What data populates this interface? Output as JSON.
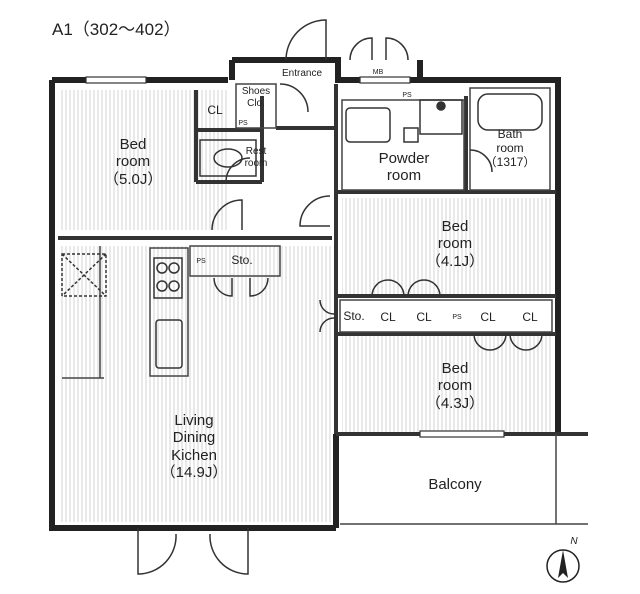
{
  "title": "A1（302〜402）",
  "rooms": {
    "bed1": "Bed\nroom\n（5.0J）",
    "rest": "Rest\nroom",
    "shoes": "Shoes\nClo.",
    "entrance": "Entrance",
    "powder": "Powder\nroom",
    "bath": "Bath\nroom\n（1317）",
    "bed2": "Bed\nroom\n（4.1J）",
    "bed3": "Bed\nroom\n（4.3J）",
    "ldk": "Living\nDining\nKichen\n（14.9J）",
    "balcony": "Balcony"
  },
  "storage": {
    "cl_top": "CL",
    "sto_top": "Sto.",
    "sto_mid": "Sto.",
    "cl_a": "CL",
    "cl_b": "CL",
    "cl_c": "CL",
    "cl_d": "CL"
  },
  "markers": {
    "ps1": "PS",
    "ps2": "PS",
    "ps3": "PS",
    "ps4": "PS",
    "mb": "MB",
    "north": "N"
  }
}
